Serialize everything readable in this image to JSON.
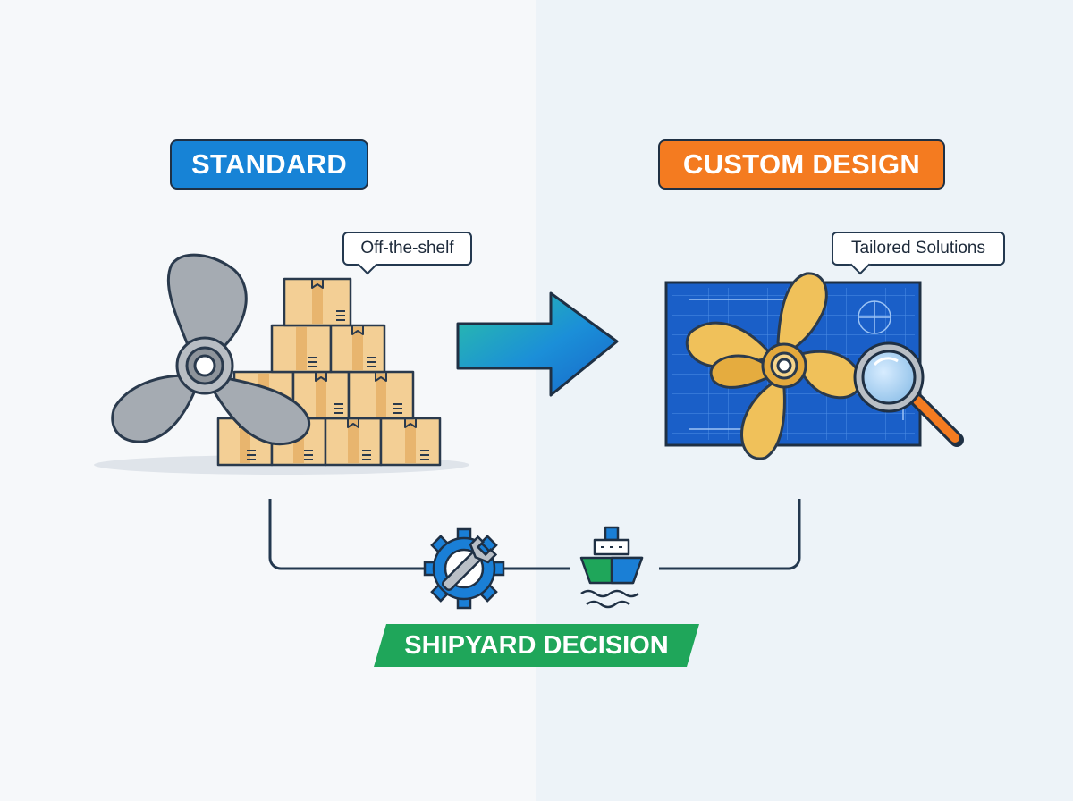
{
  "labels": {
    "standard": "STANDARD",
    "custom": "CUSTOM DESIGN",
    "off_the_shelf": "Off-the-shelf",
    "tailored": "Tailored Solutions",
    "decision": "SHIPYARD DECISION"
  },
  "colors": {
    "standard_badge": "#1783d6",
    "custom_badge": "#f47b20",
    "decision_banner": "#1fa65a",
    "blueprint": "#1a5fc8",
    "propeller_gray": "#a5abb2",
    "propeller_gold": "#f0c15a",
    "box": "#f3cf95"
  },
  "icons": [
    "propeller-icon",
    "boxes-icon",
    "arrow-right-icon",
    "blueprint-icon",
    "magnifier-icon",
    "gear-wrench-icon",
    "ship-icon"
  ]
}
